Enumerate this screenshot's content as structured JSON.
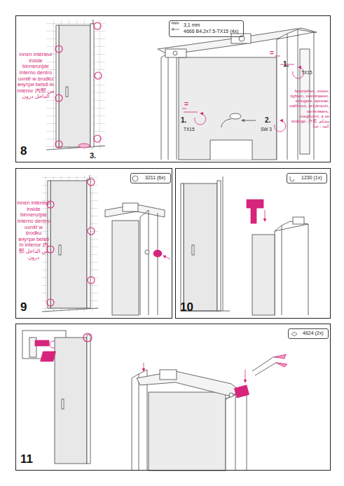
{
  "diagram": {
    "nodes": [
      {
        "text": [
          "8"
        ]
      },
      {
        "text": [
          "3,1 mm",
          "4666 B4,2x7.5-TX15 (4x)"
        ],
        "in": 0
      },
      {
        "text": [
          "9"
        ]
      },
      {
        "text": [
          "3211 (6x)"
        ],
        "in": 2
      },
      {
        "text": [
          "10"
        ]
      },
      {
        "text": [
          "1230 (1x)"
        ],
        "in": 4
      },
      {
        "text": [
          "11"
        ]
      },
      {
        "text": [
          "4624 (2x)"
        ],
        "in": 6
      }
    ],
    "labels": [
      "innen intérieur inside binnenzijde interno dentro uvnitř w środku внутри belső în interior 内部 من الداخل درون",
      "3.",
      "1.",
      "TX15",
      "1.",
      "TX15",
      "2.",
      "SW 3",
      "=",
      "=",
      "festziehen, visser, tighten, vastdraaien, stringere, apretar, utáhnout, przykręcić, затягивать, meghúzni, a se strânge, 拧紧, محکم کنید ، شدّ",
      "innen intérieur inside binnenzijde interno dentro uvnitř w środku внутри belső în interior 内部 من الداخل درون"
    ]
  }
}
